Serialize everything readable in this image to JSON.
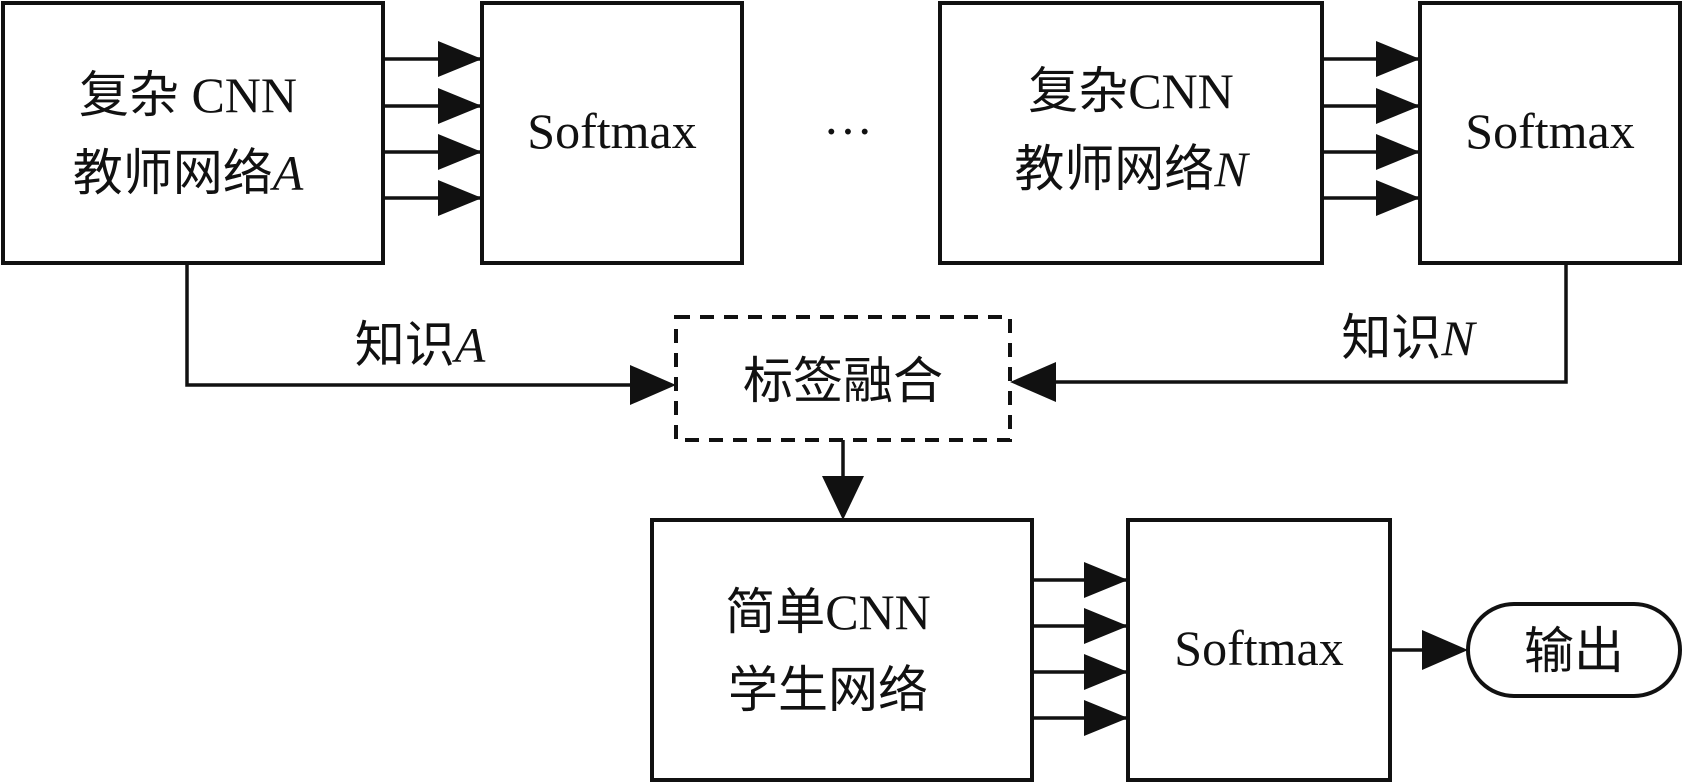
{
  "teacher_a": {
    "line1": "复杂 CNN",
    "line2_prefix": "教师网络",
    "line2_var": "A"
  },
  "teacher_n": {
    "line1": "复杂CNN",
    "line2_prefix": "教师网络",
    "line2_var": "N"
  },
  "softmax_label": "Softmax",
  "ellipsis": "···",
  "knowledge_a": {
    "prefix": "知识",
    "var": "A"
  },
  "knowledge_n": {
    "prefix": "知识",
    "var": "N"
  },
  "fusion_label": "标签融合",
  "student": {
    "line1": "简单CNN",
    "line2": "学生网络"
  },
  "output_label": "输出",
  "colors": {
    "stroke": "#111111",
    "background": "#ffffff"
  }
}
